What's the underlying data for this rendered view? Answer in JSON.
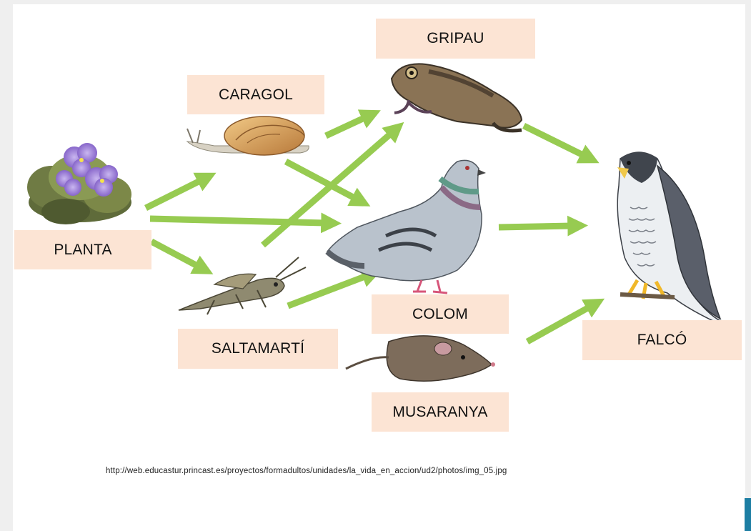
{
  "nodes": {
    "gripau": "GRIPAU",
    "caragol": "CARAGOL",
    "planta": "PLANTA",
    "colom": "COLOM",
    "saltamarti": "SALTAMARTÍ",
    "falco": "FALCÓ",
    "musaranya": "MUSARANYA"
  },
  "source_url": "http://web.educastur.princast.es/proyectos/formadultos/unidades/la_vida_en_accion/ud2/photos/img_05.jpg",
  "colors": {
    "arrow": "#8cc63f",
    "label_bg": "#fce4d4",
    "accent": "#1d7ea3"
  },
  "icons": [
    "plant-icon",
    "snail-icon",
    "frog-icon",
    "pigeon-icon",
    "grasshopper-icon",
    "shrew-icon",
    "falcon-icon"
  ]
}
